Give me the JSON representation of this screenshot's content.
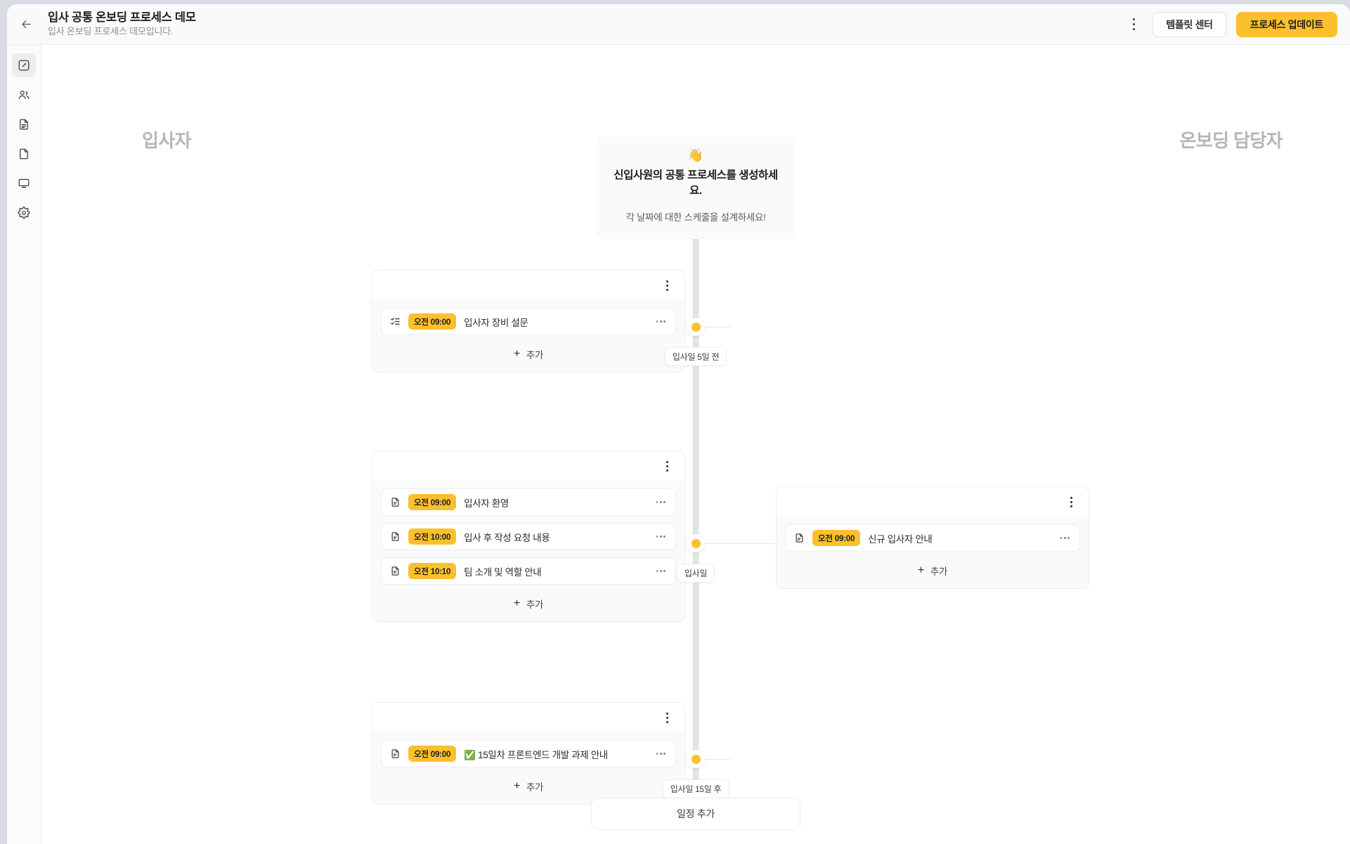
{
  "header": {
    "back_icon": "arrow-left-icon",
    "title": "입사 공통 온보딩 프로세스 데모",
    "subtitle": "입사 온보딩 프로세스 데모입니다.",
    "more_icon": "kebab-menu-icon",
    "template_center_label": "템플릿 센터",
    "update_label": "프로세스 업데이트"
  },
  "sidebar": {
    "items": [
      {
        "name": "editor",
        "icon": "pencil-square-icon",
        "active": true
      },
      {
        "name": "members",
        "icon": "users-icon",
        "active": false
      },
      {
        "name": "document-text",
        "icon": "document-text-icon",
        "active": false
      },
      {
        "name": "file",
        "icon": "file-icon",
        "active": false
      },
      {
        "name": "monitor",
        "icon": "monitor-icon",
        "active": false
      },
      {
        "name": "settings",
        "icon": "gear-icon",
        "active": false
      }
    ]
  },
  "canvas": {
    "column_left_label": "입사자",
    "column_right_label": "온보딩 담당자",
    "intro": {
      "emoji": "👋",
      "title": "신입사원의 공통 프로세스를 생성하세요.",
      "subtitle": "각 날짜에 대한 스케줄을 설계하세요!"
    },
    "add_schedule_label": "일정 추가",
    "add_label": "추가",
    "timeline": [
      {
        "node_label": "입사일 5일 전",
        "left_card": {
          "tasks": [
            {
              "icon": "checklist-icon",
              "time": "오전 09:00",
              "title": "입사자 장비 설문"
            }
          ]
        },
        "right_card": null
      },
      {
        "node_label": "입사일",
        "left_card": {
          "tasks": [
            {
              "icon": "document-icon",
              "time": "오전 09:00",
              "title": "입사자 환영"
            },
            {
              "icon": "document-icon",
              "time": "오전 10:00",
              "title": "입사 후 작성 요청 내용"
            },
            {
              "icon": "document-icon",
              "time": "오전 10:10",
              "title": "팀 소개 및 역할 안내"
            }
          ]
        },
        "right_card": {
          "tasks": [
            {
              "icon": "document-icon",
              "time": "오전 09:00",
              "title": "신규 입사자 안내"
            }
          ]
        }
      },
      {
        "node_label": "입사일 15일 후",
        "left_card": {
          "tasks": [
            {
              "icon": "document-icon",
              "time": "오전 09:00",
              "title": "✅ 15일차 프론트엔드 개발 과제 안내"
            }
          ]
        },
        "right_card": null
      }
    ]
  },
  "colors": {
    "accent": "#fbc02d",
    "canvas_bg": "#ffffff",
    "card_bg": "#fafafa",
    "timeline": "#e3e3e3"
  }
}
